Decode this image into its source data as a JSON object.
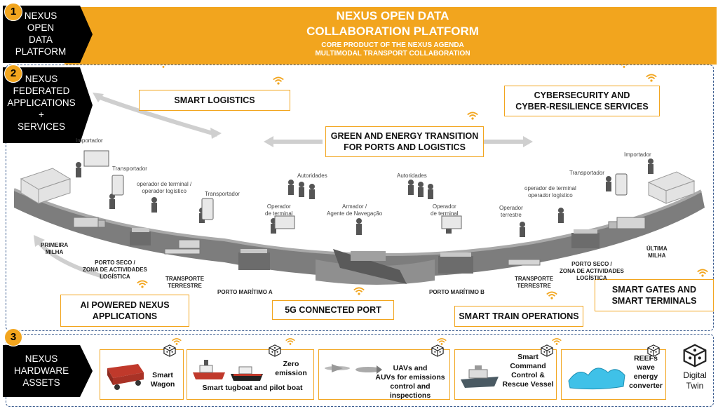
{
  "sections": {
    "s1": {
      "number": "1",
      "label_lines": [
        "NEXUS",
        "OPEN",
        "DATA",
        "PLATFORM"
      ]
    },
    "s2": {
      "number": "2",
      "label_lines": [
        "NEXUS",
        "FEDERATED",
        "APPLICATIONS",
        "+",
        "SERVICES"
      ]
    },
    "s3": {
      "number": "3",
      "label_lines": [
        "NEXUS",
        "HARDWARE",
        "ASSETS"
      ]
    }
  },
  "platform": {
    "title_line1": "NEXUS OPEN DATA",
    "title_line2": "COLLABORATION PLATFORM",
    "subtitle_line1": "CORE PRODUCT OF THE NEXUS AGENDA",
    "subtitle_line2": "MULTIMODAL  TRANSPORT COLLABORATION"
  },
  "services": {
    "smart_logistics": "SMART LOGISTICS",
    "cyber_line1": "CYBERSECURITY AND",
    "cyber_line2": "CYBER-RESILIENCE SERVICES",
    "green_line1": "GREEN AND ENERGY TRANSITION",
    "green_line2": "FOR PORTS AND LOGISTICS",
    "ai_line1": "AI POWERED NEXUS",
    "ai_line2": "APPLICATIONS",
    "port_5g": "5G CONNECTED PORT",
    "train": "SMART TRAIN OPERATIONS",
    "gates_line1": "SMART GATES AND",
    "gates_line2": "SMART TERMINALS"
  },
  "actors": {
    "importador_left": "Importador",
    "transportador_1": "Transportador",
    "operador_terminal_logistico_1": "operador de terminal /",
    "operador_terminal_logistico_1b": "operador logístico",
    "transportador_2": "Transportador",
    "autoridades_1": "Autoridades",
    "operador_terminal_1a": "Operador",
    "operador_terminal_1b": "de terminal",
    "armador_a": "Armador /",
    "armador_b": "Agente de  Navegação",
    "autoridades_2": "Autoridades",
    "operador_terminal_2a": "Operador",
    "operador_terminal_2b": "de terminal",
    "operador_terrestre_a": "Operador",
    "operador_terrestre_b": "terrestre",
    "operador_terminal_logistico_2": "operador de terminal",
    "operador_terminal_logistico_2b": "operador logístico",
    "transportador_3": "Transportador",
    "importador_right": "Importador"
  },
  "places": {
    "primeira_a": "PRIMEIRA",
    "primeira_b": "MILHA",
    "porto_seco_left_a": "PORTO SECO /",
    "porto_seco_left_b": "ZONA DE ACTIVIDADES",
    "porto_seco_left_c": "LOGÍSTICA",
    "transporte_left_a": "TRANSPORTE",
    "transporte_left_b": "TERRESTRE",
    "porto_a": "PORTO MARÍTIMO A",
    "porto_b": "PORTO MARÍTIMO B",
    "transporte_right_a": "TRANSPORTE",
    "transporte_right_b": "TERRESTRE",
    "porto_seco_right_a": "PORTO SECO /",
    "porto_seco_right_b": "ZONA DE ACTIVIDADES",
    "porto_seco_right_c": "LOGÍSTICA",
    "ultima_a": "ÚLTIMA",
    "ultima_b": "MILHA"
  },
  "assets": {
    "wagon_a": "Smart",
    "wagon_b": "Wagon",
    "zero_a": "Zero",
    "zero_b": "emission",
    "tug": "Smart tugboat and pilot boat",
    "uav_a": "UAVs and",
    "uav_b": "AUVs for emissions",
    "uav_c": "control and inspections",
    "vessel_a": "Smart",
    "vessel_b": "Command",
    "vessel_c": "Control &",
    "vessel_d": "Rescue Vessel",
    "reef_a": "REEFs",
    "reef_b": "wave",
    "reef_c": "energy",
    "reef_d": "converter",
    "digital_a": "Digital",
    "digital_b": "Twin"
  },
  "colors": {
    "accent": "#f2a51e",
    "frame": "#3b5c8f",
    "dark": "#000000"
  }
}
